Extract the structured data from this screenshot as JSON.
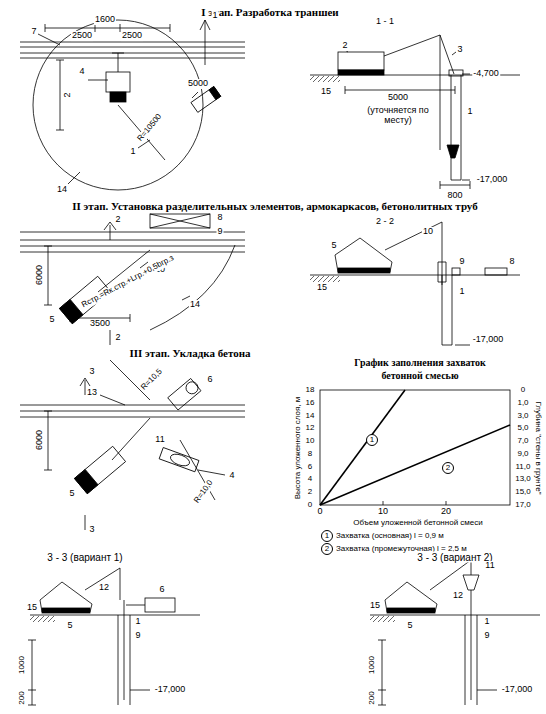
{
  "diagram": {
    "labels": [
      "I этап. Разработка траншеи",
      "7",
      "1600",
      "2500",
      "2500",
      "1",
      "2",
      "4",
      "5000",
      "R=10500",
      "1",
      "14",
      "1 - 1",
      "2",
      "3",
      "-4,700",
      "15",
      "5000",
      "(уточняется по месту)",
      "1",
      "-17,000",
      "800",
      "II этап. Установка разделительных элементов, армокаркасов, бетонолитных труб",
      "2",
      "8",
      "9",
      "6000",
      "10",
      "Rстр.=Rк.стр.+Lгр.+0,5bгр.з",
      "5",
      "3500",
      "14",
      "2",
      "2 - 2",
      "5",
      "10",
      "9",
      "8",
      "15",
      "1",
      "-17,000",
      "III этап. Укладка бетона",
      "3",
      "6",
      "13",
      "R=10,5",
      "6000",
      "11",
      "4",
      "R=10,0",
      "5",
      "3",
      "График заполнения захваток",
      "бетонной смесью",
      "Высота уложенного слоя, м",
      "18",
      "16",
      "14",
      "12",
      "10",
      "8",
      "6",
      "4",
      "2",
      "0",
      "0",
      "1,0",
      "3,0",
      "5,0",
      "7,0",
      "9,0",
      "11,0",
      "13,0",
      "15,0",
      "17,0",
      "Глубина \"стены в грунте\"",
      "0",
      "10",
      "20",
      "Объем уложенной бетонной смеси",
      "1",
      "2",
      "1",
      "Захватка (основная) l = 0,9 м",
      "2",
      "Захватка (промежуточная) l = 2,5 м",
      "3 - 3 (вариант 1)",
      "12",
      "6",
      "1",
      "9",
      "15",
      "5",
      "200",
      "1000",
      "-17,000",
      "3 - 3 (вариант 2)",
      "11",
      "12",
      "1",
      "9",
      "15",
      "5",
      "200",
      "1000",
      "-17,000"
    ]
  }
}
